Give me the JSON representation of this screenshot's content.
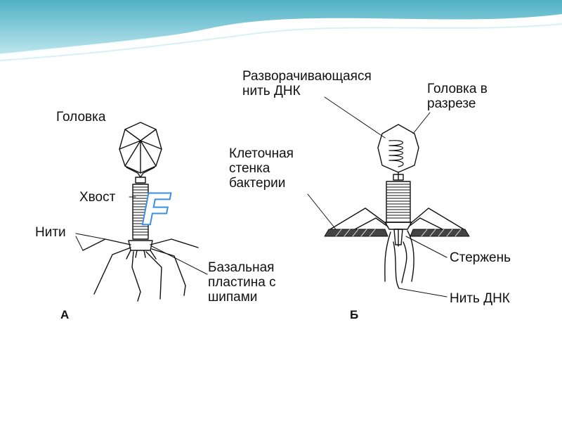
{
  "panel_a": {
    "letter": "А",
    "labels": {
      "head": "Головка",
      "tail": "Хвост",
      "fibers": "Нити",
      "baseplate": "Базальная\nпластина с\nшипами"
    }
  },
  "panel_b": {
    "letter": "Б",
    "labels": {
      "unwinding_dna": "Разворачивающаяся\nнить ДНК",
      "head_section": "Головка в\nразрезе",
      "cell_wall": "Клеточная\nстенка\nбактерии",
      "core": "Стержень",
      "dna_strand": "Нить ДНК"
    }
  },
  "watermark": {
    "letter": "F",
    "color": "#3a8fe0"
  },
  "colors": {
    "banner_light": "#d7f1f4",
    "banner_mid": "#8fd0da",
    "banner_dark": "#4fb1c4",
    "ink": "#111111"
  }
}
